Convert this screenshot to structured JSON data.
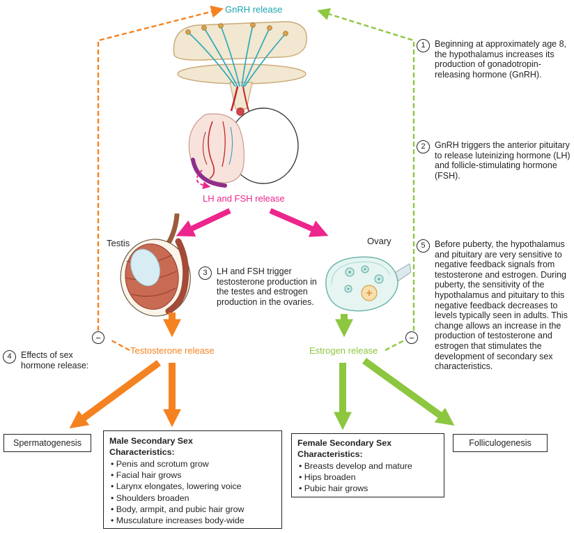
{
  "labels": {
    "gnrh": "GnRH release",
    "lh_fsh": "LH and FSH release",
    "testis": "Testis",
    "ovary": "Ovary",
    "testosterone": "Testosterone release",
    "estrogen": "Estrogen release",
    "minus": "−"
  },
  "annotations": {
    "a1": {
      "num": "1",
      "text": "Beginning at approximately age 8, the hypothalamus increases its production of gonadotropin-releasing hormone (GnRH)."
    },
    "a2": {
      "num": "2",
      "text": "GnRH triggers the anterior pituitary to release luteinizing hormone (LH) and follicle-stimulating hormone (FSH)."
    },
    "a3": {
      "num": "3",
      "text": "LH and FSH trigger testosterone production in the testes and estrogen production in the ovaries."
    },
    "a4": {
      "num": "4",
      "text": "Effects of sex hormone release:"
    },
    "a5": {
      "num": "5",
      "text": "Before puberty, the hypothalamus and pituitary are very sensitive to negative feedback signals from testosterone and estrogen. During puberty, the sensitivity of the hypothalamus and pituitary to this negative feedback decreases to levels typically seen in adults. This change allows an increase in the production of testosterone and estrogen that stimulates the development of secondary sex characteristics."
    }
  },
  "boxes": {
    "spermatogenesis": {
      "label": "Spermatogenesis"
    },
    "folliculogenesis": {
      "label": "Folliculogenesis"
    },
    "male": {
      "title": "Male Secondary Sex Characteristics:",
      "items": [
        "Penis and scrotum grow",
        "Facial hair grows",
        "Larynx elongates, lowering voice",
        "Shoulders broaden",
        "Body, armpit, and pubic hair grow",
        "Musculature increases body-wide"
      ]
    },
    "female": {
      "title": "Female Secondary Sex Characteristics:",
      "items": [
        "Breasts develop and mature",
        "Hips broaden",
        "Pubic hair grows"
      ]
    }
  },
  "colors": {
    "orange": "#F58220",
    "green": "#8DC63F",
    "pink": "#EC268C",
    "teal": "#19A3AE",
    "text": "#231F20"
  }
}
